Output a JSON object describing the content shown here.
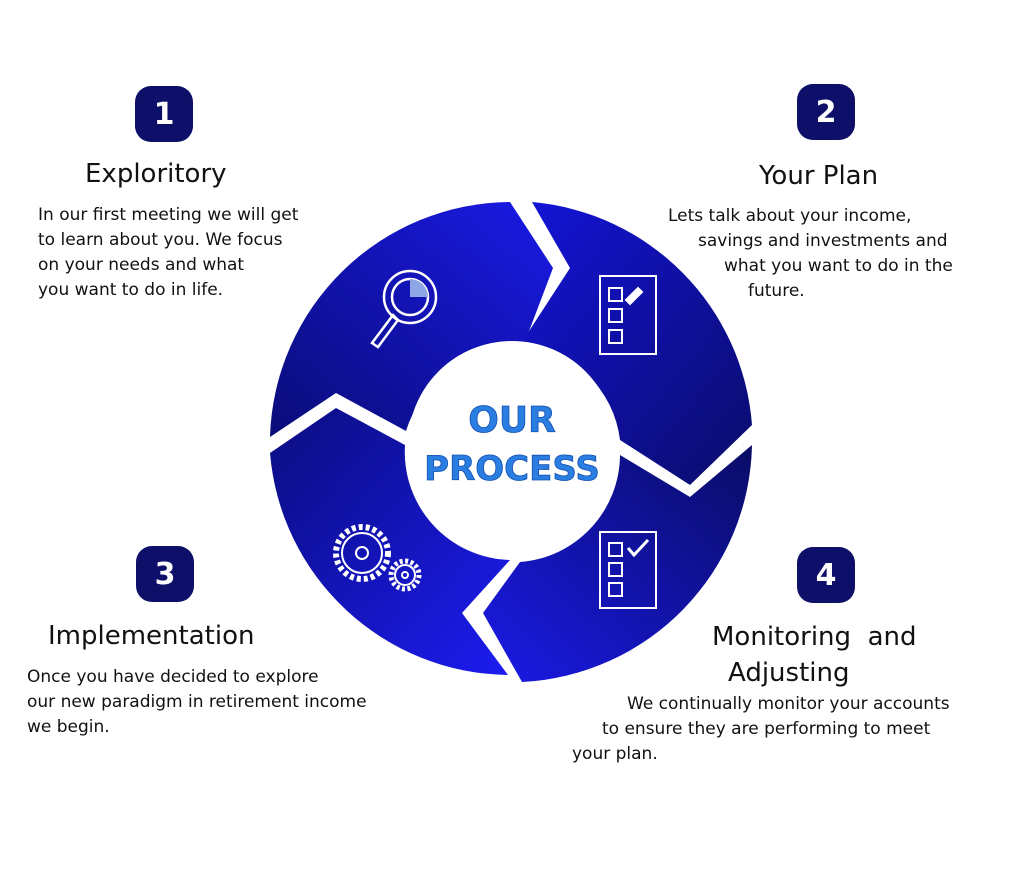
{
  "center": {
    "line1": "OUR",
    "line2": "PROCESS"
  },
  "steps": [
    {
      "number": "1",
      "title": "Exploritory",
      "body": [
        "In our first meeting we will get",
        "to learn about you. We focus",
        "on your needs and what",
        "you want to do in life."
      ],
      "icon": "magnifier-icon"
    },
    {
      "number": "2",
      "title": "Your Plan",
      "body": [
        "Lets talk about your income,",
        "savings and investments and",
        "what you want to do in the",
        "future."
      ],
      "icon": "checklist-pencil-icon"
    },
    {
      "number": "3",
      "title": "Implementation",
      "body": [
        "Once you have decided to explore",
        "our new paradigm in retirement income",
        "we begin."
      ],
      "icon": "gears-icon"
    },
    {
      "number": "4",
      "title_lines": [
        "Monitoring  and",
        "Adjusting"
      ],
      "body": [
        "We continually monitor your accounts",
        "to ensure they are performing to meet",
        "your plan."
      ],
      "icon": "checklist-check-icon"
    }
  ],
  "colors": {
    "badge": "#0d0f68",
    "ring_dark": "#0a0c6e",
    "ring_bright": "#1a1ae8",
    "center_text": "#2a7de1"
  }
}
